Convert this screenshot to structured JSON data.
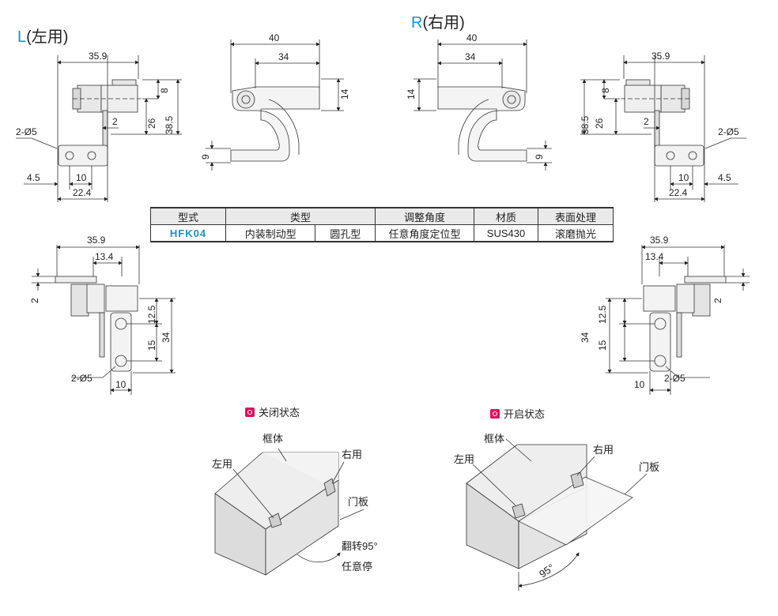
{
  "titles": {
    "left": {
      "letter": "L",
      "text": "(左用)"
    },
    "right": {
      "letter": "R",
      "text": "(右用)"
    }
  },
  "dims": {
    "d40": "40",
    "d34": "34",
    "d14": "14",
    "d9": "9",
    "d35_9": "35.9",
    "d8": "8",
    "d2": "2",
    "d26": "26",
    "d38_5": "38.5",
    "hole": "2-Ø5",
    "d4_5": "4.5",
    "d10": "10",
    "d22_4": "22.4",
    "d13_4": "13.4",
    "d12_5": "12.5",
    "d15": "15"
  },
  "table": {
    "headers": [
      "型式",
      "类型",
      "调整角度",
      "材质",
      "表面处理"
    ],
    "row": [
      "HFK04",
      "内装制动型",
      "圆孔型",
      "任意角度定位型",
      "SUS430",
      "滚磨抛光"
    ]
  },
  "states": {
    "closed": "关闭状态",
    "open": "开启状态"
  },
  "labels": {
    "frame": "框体",
    "left_use": "左用",
    "right_use": "右用",
    "door": "门板",
    "flip": "翻转95°",
    "stop": "任意停",
    "angle": "95°"
  },
  "colors": {
    "accent": "#1a8fd0",
    "marker": "#e0115f"
  }
}
